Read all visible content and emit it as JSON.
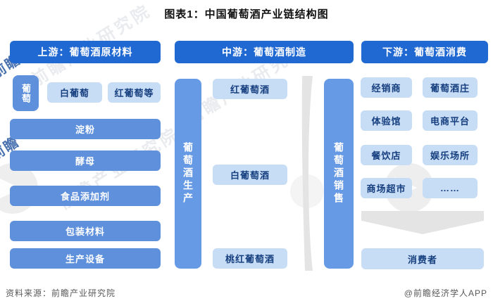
{
  "title": "图表1：中国葡萄酒产业链结构图",
  "upstream": {
    "header": "上游：葡萄酒原材料",
    "grape": "葡萄",
    "grape_types": [
      "白葡萄",
      "红葡萄等"
    ],
    "materials": [
      "淀粉",
      "酵母",
      "食品添加剂",
      "包装材料",
      "生产设备"
    ]
  },
  "midstream": {
    "header": "中游：葡萄酒制造",
    "production_bar": "葡萄酒生产",
    "products": [
      "红葡萄酒",
      "白葡萄酒",
      "桃红葡萄酒"
    ]
  },
  "downstream": {
    "header": "下游：葡萄酒消费",
    "sales_bar": "葡萄酒销售",
    "channels": [
      "经销商",
      "葡萄酒庄",
      "体验馆",
      "电商平台",
      "餐饮店",
      "娱乐场所",
      "商场超市",
      "……"
    ],
    "consumer": "消费者"
  },
  "footer": {
    "source": "资料来源：前瞻产业研究院",
    "credit": "@前瞻经济学人APP"
  },
  "watermark": {
    "text": "前瞻产业研究院",
    "logo": "前瞻"
  },
  "colors": {
    "header_blue": "#2068d2",
    "mid_blue": "#5e90dc",
    "bar_blue": "#679ae4",
    "light_blue": "#c7dcf5",
    "navy_text": "#163f7f",
    "grey_shape": "#e4e4e4"
  }
}
